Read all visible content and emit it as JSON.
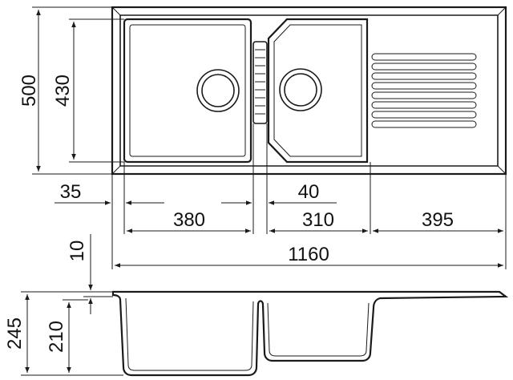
{
  "dimensions": {
    "overall_depth": "500",
    "bowl_depth": "430",
    "left_margin": "35",
    "divider_gap": "40",
    "large_bowl_width": "380",
    "small_bowl_width": "310",
    "drainer_width": "395",
    "overall_width": "1160",
    "rim_thickness": "10",
    "total_height": "245",
    "bowl_height": "210"
  }
}
